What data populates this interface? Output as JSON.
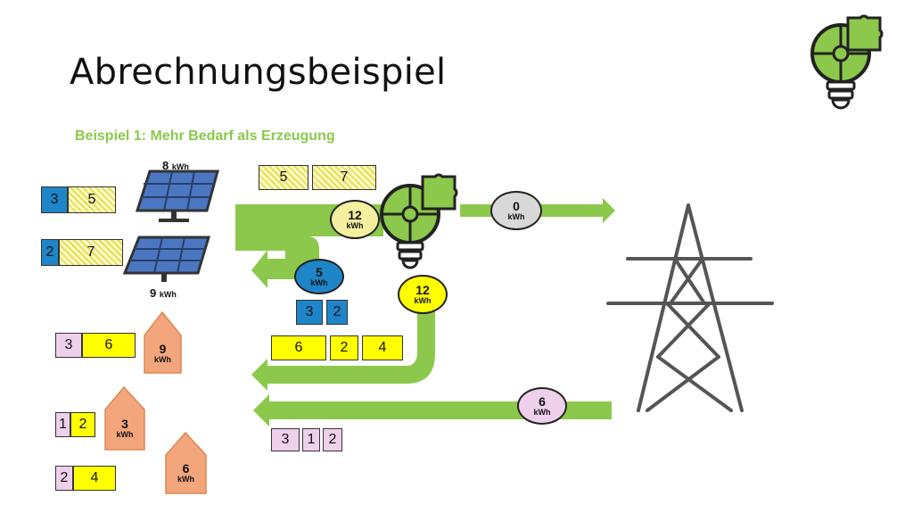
{
  "title": "Abrechnungsbeispiel",
  "subtitle": "Beispiel 1: Mehr Bedarf als Erzeugung",
  "unit": "kWh",
  "colors": {
    "green": "#8cc84b",
    "blue": "#1e86c8",
    "pink": "#efd0ec",
    "yellow": "#ffff00",
    "orange": "#f3a57c",
    "grey": "#d8d8d8"
  },
  "solar": {
    "panel1_value": "8",
    "panel2_value": "9",
    "row1": {
      "a": "3",
      "b": "5"
    },
    "row2": {
      "a": "2",
      "b": "7"
    }
  },
  "houses": [
    {
      "value": "9",
      "left": "3",
      "right": "6"
    },
    {
      "value": "3",
      "left": "1",
      "right": "2"
    },
    {
      "value": "6",
      "left": "2",
      "right": "4"
    }
  ],
  "flow": {
    "top_boxes": [
      "5",
      "7"
    ],
    "hub_in_value": "12",
    "grid_export_value": "0",
    "split_value": "5",
    "split_boxes": [
      "3",
      "2"
    ],
    "hub_out_value": "12",
    "hub_out_boxes": [
      "6",
      "2",
      "4"
    ],
    "grid_import_value": "6",
    "grid_boxes": [
      "3",
      "1",
      "2"
    ]
  }
}
